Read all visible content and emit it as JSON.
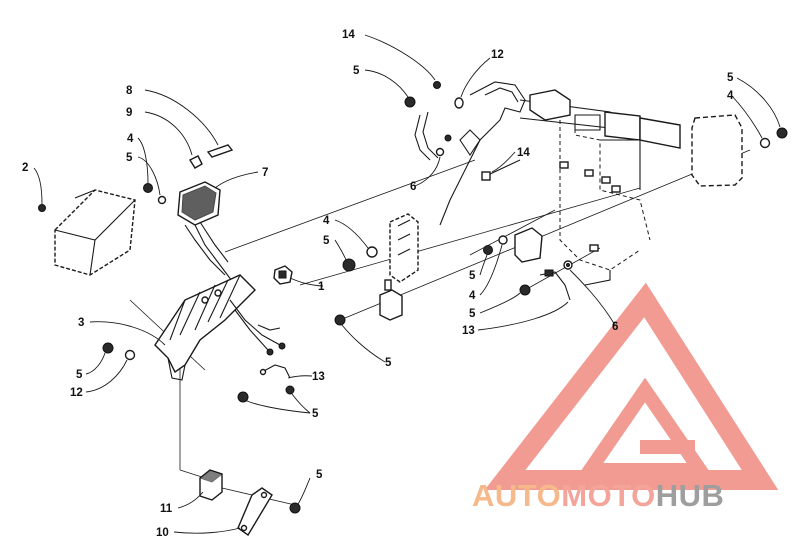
{
  "callouts": [
    {
      "id": "c1",
      "label": "1"
    },
    {
      "id": "c2",
      "label": "2"
    },
    {
      "id": "c3",
      "label": "3"
    },
    {
      "id": "c4a",
      "label": "4"
    },
    {
      "id": "c4b",
      "label": "4"
    },
    {
      "id": "c4c",
      "label": "4"
    },
    {
      "id": "c4d",
      "label": "4"
    },
    {
      "id": "c5a",
      "label": "5"
    },
    {
      "id": "c5b",
      "label": "5"
    },
    {
      "id": "c5c",
      "label": "5"
    },
    {
      "id": "c5d",
      "label": "5"
    },
    {
      "id": "c5e",
      "label": "5"
    },
    {
      "id": "c5f",
      "label": "5"
    },
    {
      "id": "c5g",
      "label": "5"
    },
    {
      "id": "c5h",
      "label": "5"
    },
    {
      "id": "c5i",
      "label": "5"
    },
    {
      "id": "c5j",
      "label": "5"
    },
    {
      "id": "c6a",
      "label": "6"
    },
    {
      "id": "c6b",
      "label": "6"
    },
    {
      "id": "c7",
      "label": "7"
    },
    {
      "id": "c8",
      "label": "8"
    },
    {
      "id": "c9",
      "label": "9"
    },
    {
      "id": "c10",
      "label": "10"
    },
    {
      "id": "c11",
      "label": "11"
    },
    {
      "id": "c12a",
      "label": "12"
    },
    {
      "id": "c12b",
      "label": "12"
    },
    {
      "id": "c13a",
      "label": "13"
    },
    {
      "id": "c13b",
      "label": "13"
    },
    {
      "id": "c14a",
      "label": "14"
    },
    {
      "id": "c14b",
      "label": "14"
    }
  ],
  "watermark": {
    "word1": "AUTO",
    "word2": "MOTO",
    "word3": "HUB",
    "color_triangle": "#f08a80",
    "color_auto": "#f5b98c",
    "color_hub": "#9e9e9e"
  }
}
